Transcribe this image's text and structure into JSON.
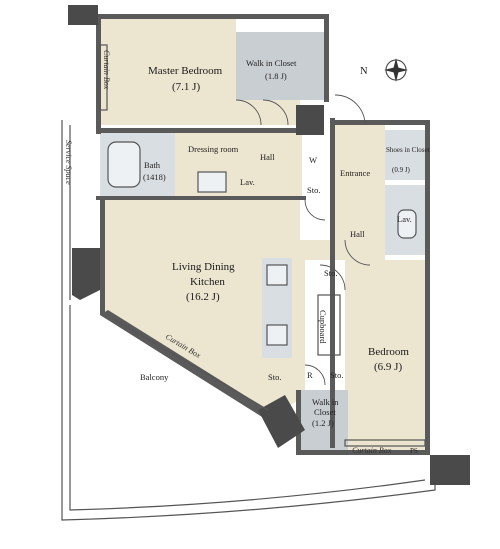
{
  "rooms": {
    "master_bedroom": {
      "name": "Master Bedroom",
      "size": "(7.1 J)"
    },
    "walk_in_closet_1": {
      "name": "Walk in Closet",
      "size": "(1.8 J)"
    },
    "dressing_room": {
      "name": "Dressing room"
    },
    "bath": {
      "name": "Bath",
      "size": "(1418)"
    },
    "hall_1": {
      "name": "Hall"
    },
    "hall_2": {
      "name": "Hall"
    },
    "entrance": {
      "name": "Entrance"
    },
    "shoes_in_closet": {
      "name": "Shoes in Closet",
      "size": "(0.9 J)"
    },
    "lav_1": {
      "name": "Lav."
    },
    "lav_2": {
      "name": "Lav."
    },
    "w": {
      "name": "W"
    },
    "sto_1": {
      "name": "Sto."
    },
    "sto_2": {
      "name": "Sto."
    },
    "sto_3": {
      "name": "Sto."
    },
    "sto_4": {
      "name": "Sto."
    },
    "r": {
      "name": "R"
    },
    "living": {
      "name": "Living Dining",
      "name2": "Kitchen",
      "size": "(16.2 J)"
    },
    "cupboard": {
      "name": "Cupboard"
    },
    "bedroom": {
      "name": "Bedroom",
      "size": "(6.9 J)"
    },
    "walk_in_closet_2": {
      "name": "Walk in",
      "name2": "Closet",
      "size": "(1.2 J)"
    },
    "balcony": {
      "name": "Balcony"
    },
    "service_space": {
      "name": "Service Space"
    }
  },
  "annotations": {
    "curtain_box_1": "Curtain Box",
    "curtain_box_2": "Curtain Box",
    "curtain_box_3": "Curtain Box",
    "ps": "PS"
  },
  "compass": {
    "label": "N"
  },
  "colors": {
    "floor": "#ece5cf",
    "wall": "#5a5a5a",
    "wet_area": "#d9dee3",
    "closet": "#c9ced3"
  }
}
